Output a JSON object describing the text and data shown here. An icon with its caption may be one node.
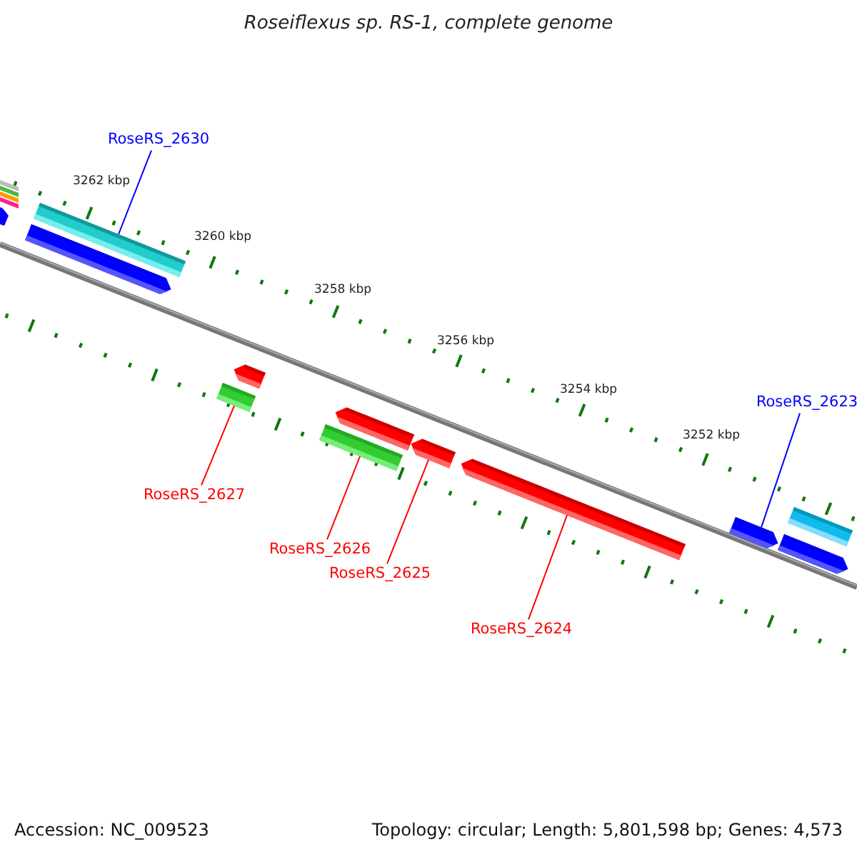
{
  "diagram": {
    "title": "Roseiflexus sp. RS-1, complete genome",
    "nodes": [
      {
        "text": [
          "RoseRS_2630"
        ]
      },
      {
        "text": [
          "RoseRS_2623"
        ]
      },
      {
        "text": [
          "RoseRS_2627"
        ]
      },
      {
        "text": [
          "RoseRS_2626"
        ]
      },
      {
        "text": [
          "RoseRS_2625"
        ]
      },
      {
        "text": [
          "RoseRS_2624"
        ]
      },
      {
        "text": [],
        "shape": "bar"
      },
      {
        "text": [],
        "shape": "bar"
      },
      {
        "text": [],
        "shape": "bar"
      },
      {
        "text": [],
        "shape": "bar"
      },
      {
        "text": [],
        "shape": "bar"
      },
      {
        "text": [],
        "shape": "bar"
      },
      {
        "text": [],
        "shape": "bar"
      },
      {
        "text": [],
        "shape": "bar"
      },
      {
        "text": [],
        "shape": "bar"
      },
      {
        "text": [],
        "shape": "bar"
      },
      {
        "text": [],
        "shape": "bar"
      }
    ],
    "edges": [
      {
        "from": 0,
        "to": 7,
        "arrow": "none",
        "color": "#0000ff"
      },
      {
        "from": 1,
        "to": 14,
        "arrow": "none",
        "color": "#0000ff"
      },
      {
        "from": 2,
        "to": 8,
        "arrow": "none"
      },
      {
        "from": 3,
        "to": 10,
        "arrow": "none"
      },
      {
        "from": 4,
        "to": 12,
        "arrow": "none"
      },
      {
        "from": 5,
        "to": 13,
        "arrow": "none"
      }
    ],
    "labels": [
      "3262 kbp",
      "3260 kbp",
      "3258 kbp",
      "3256 kbp",
      "3254 kbp",
      "3252 kbp",
      "Accession: NC_009523",
      "Topology: circular; Length: 5,801,598 bp; Genes: 4,573"
    ]
  }
}
